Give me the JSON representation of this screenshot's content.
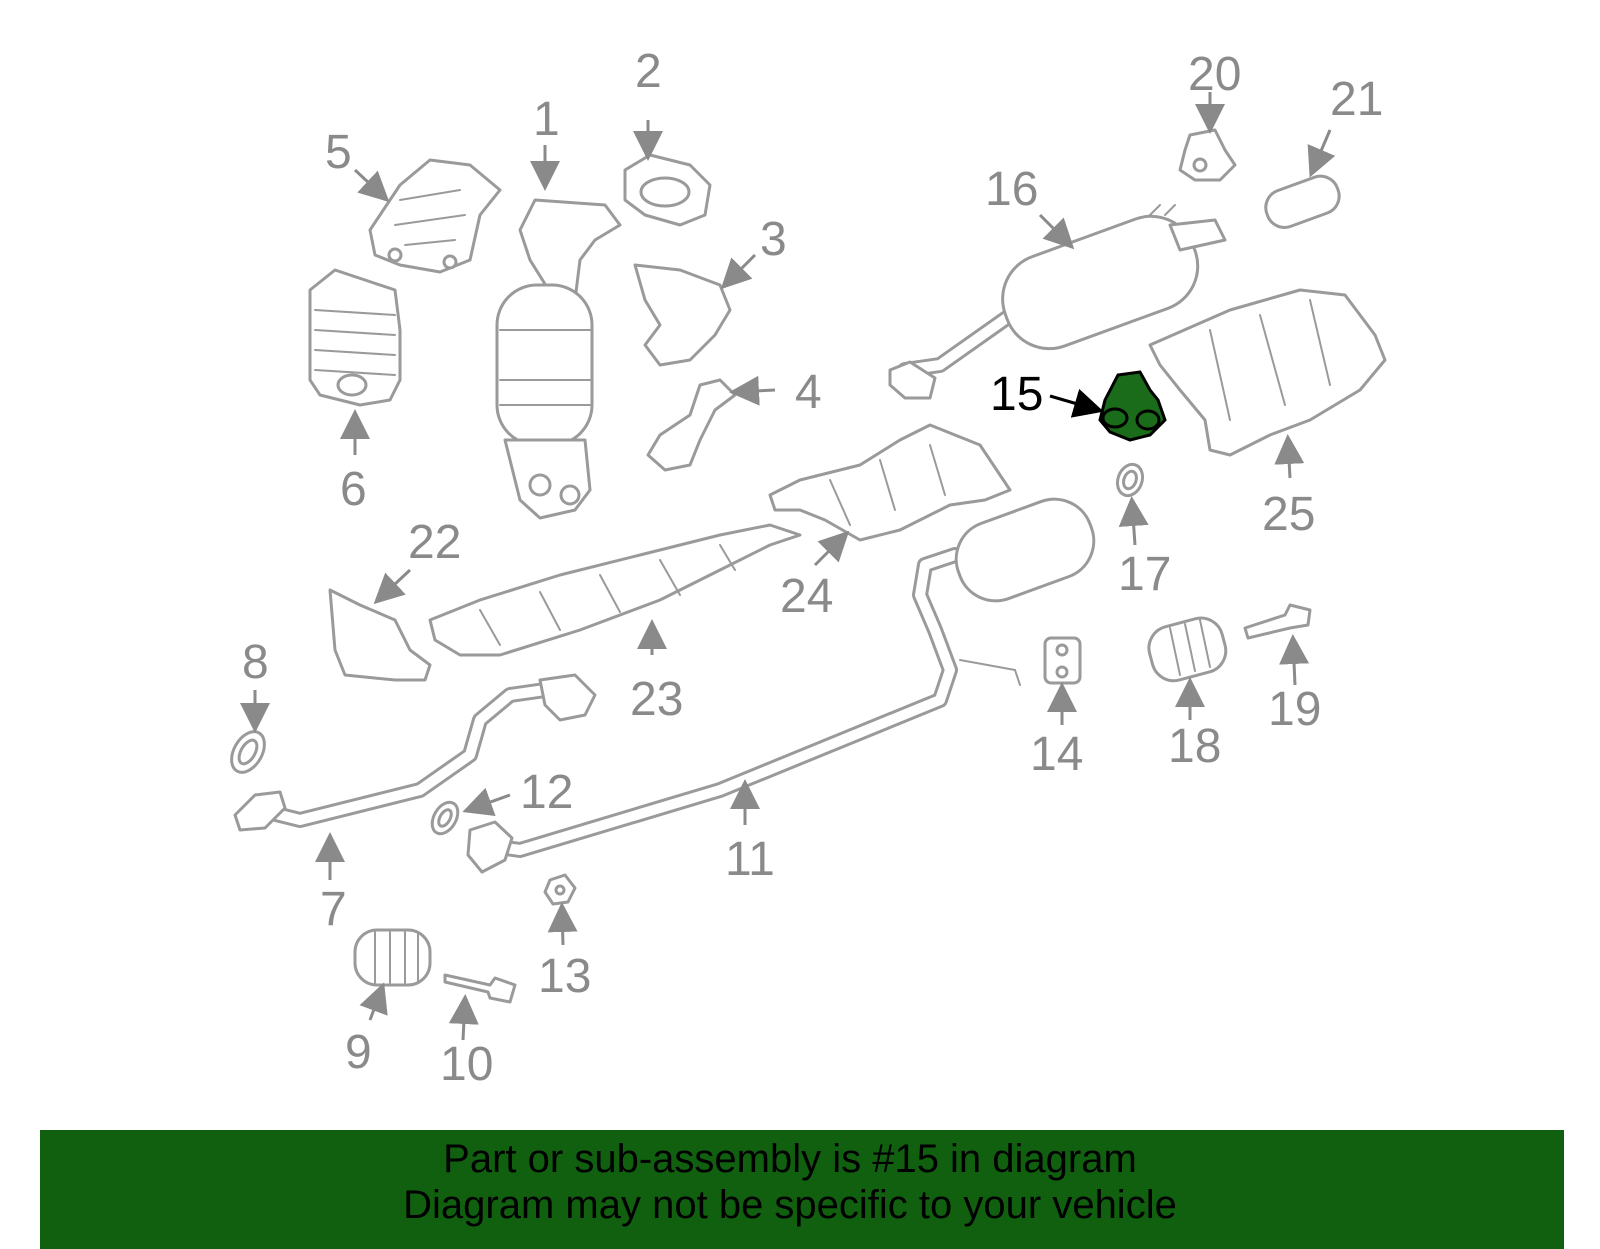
{
  "diagram": {
    "labels": [
      "1",
      "2",
      "3",
      "4",
      "5",
      "6",
      "7",
      "8",
      "9",
      "10",
      "11",
      "12",
      "13",
      "14",
      "15",
      "16",
      "17",
      "18",
      "19",
      "20",
      "21",
      "22",
      "23",
      "24",
      "25"
    ],
    "highlighted_label": "15",
    "highlight_color": "#1a6b1a",
    "part_outline_color": "#9a9a9a",
    "label_color": "#8a8a8a"
  },
  "banner": {
    "line1": "Part or sub-assembly is #15 in diagram",
    "line2": "Diagram may not be specific to your vehicle",
    "background": "#106010"
  }
}
